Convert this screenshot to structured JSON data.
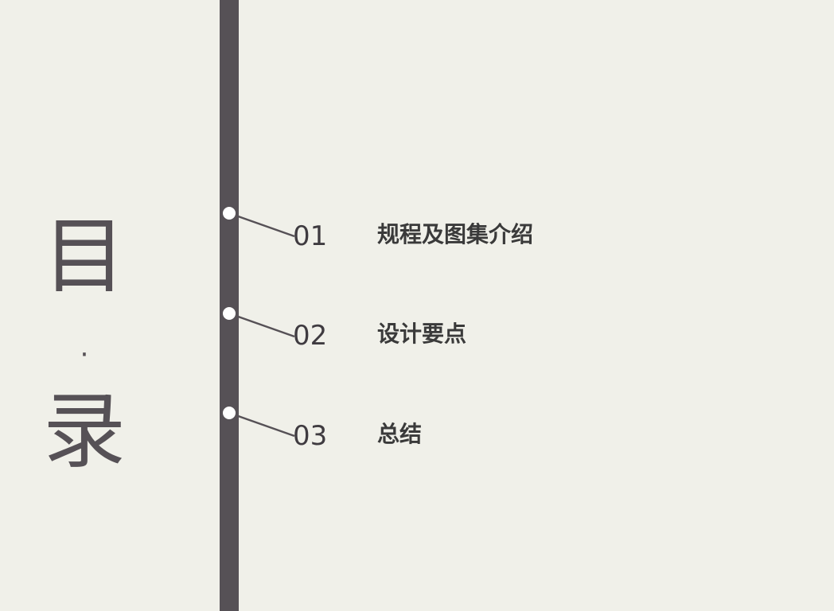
{
  "title": {
    "top_char": "目",
    "dot": "·",
    "bottom_char": "录"
  },
  "items": [
    {
      "number": "01",
      "label": "规程及图集介绍"
    },
    {
      "number": "02",
      "label": "设计要点"
    },
    {
      "number": "03",
      "label": "总结"
    }
  ],
  "colors": {
    "background": "#f0f0e9",
    "timeline": "#565156",
    "node_fill": "#ffffff",
    "text": "#3a3a3a"
  }
}
